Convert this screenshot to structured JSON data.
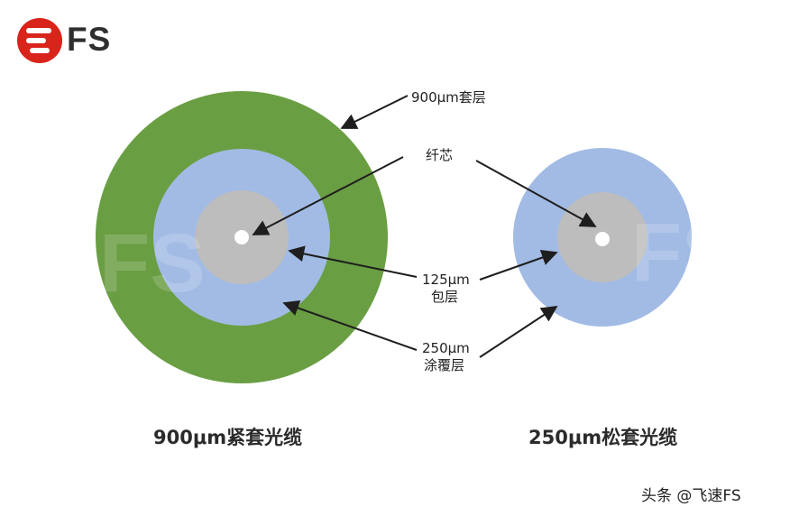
{
  "logo": {
    "text": "FS",
    "color": "#d9241b"
  },
  "watermark": {
    "text": "FS"
  },
  "labels": {
    "jacket_900": "900μm套层",
    "core": "纤芯",
    "cladding_size": "125μm",
    "cladding_name": "包层",
    "coating_size": "250μm",
    "coating_name": "涂覆层"
  },
  "captions": {
    "left": "900μm紧套光缆",
    "right": "250μm松套光缆"
  },
  "footer": {
    "text": "头条 @飞速FS"
  },
  "colors": {
    "jacket": "#6a9e43",
    "coating": "#a2bbe4",
    "cladding": "#bdbdbd",
    "core": "#ffffff",
    "arrow": "#1e1e1e"
  }
}
